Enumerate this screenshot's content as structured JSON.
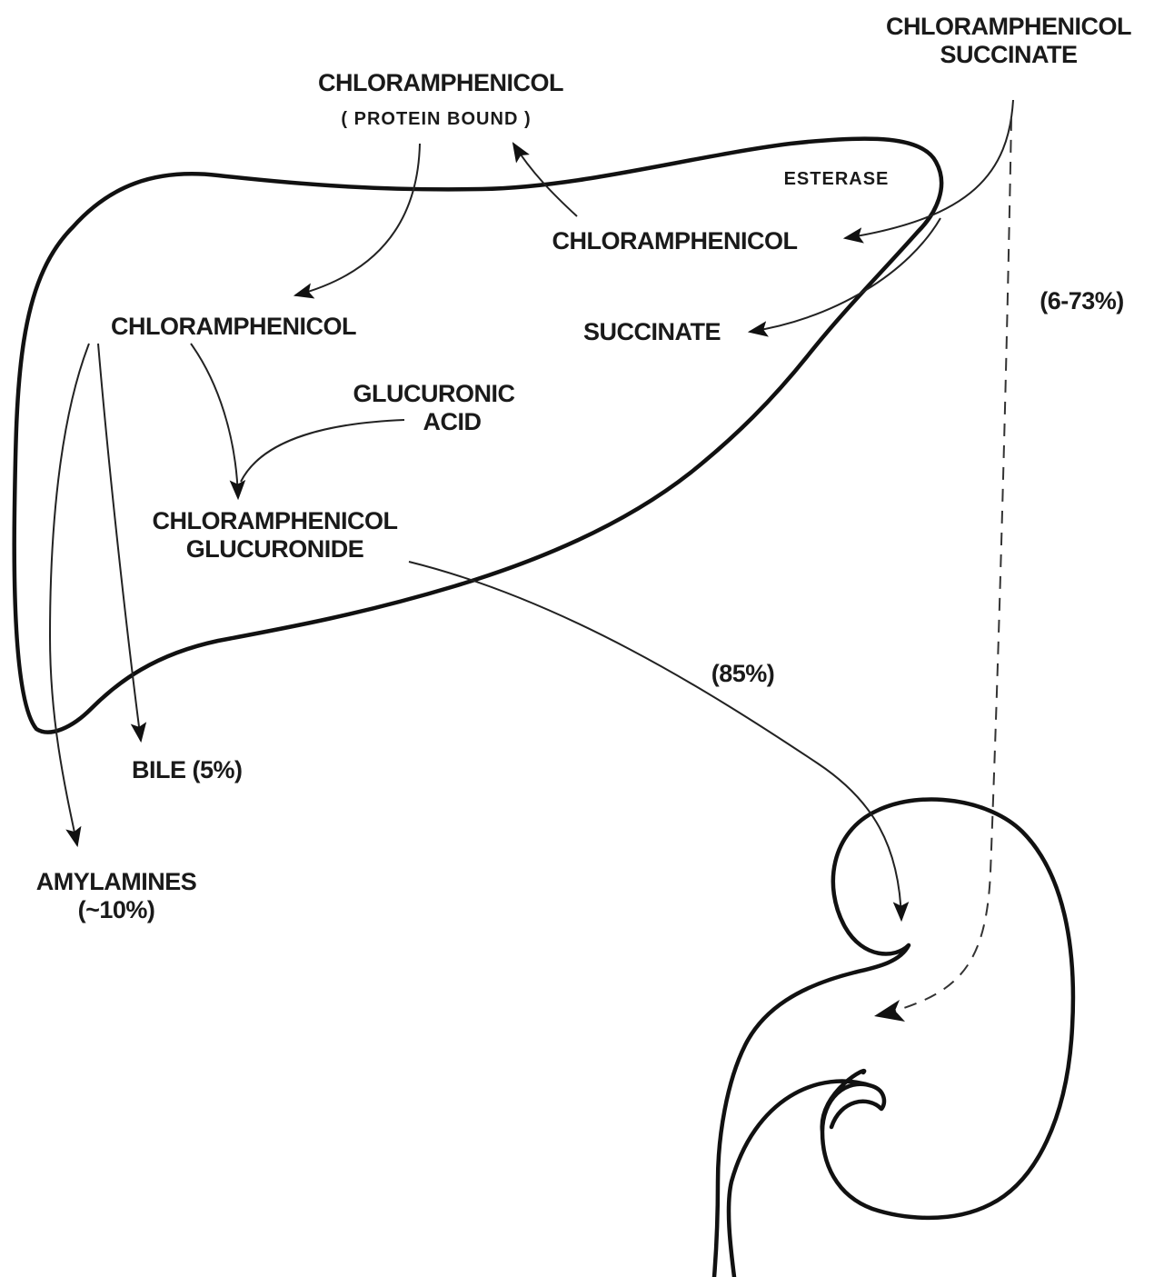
{
  "diagram": {
    "labels": {
      "succinate_prodrug": [
        "CHLORAMPHENICOL",
        "SUCCINATE"
      ],
      "protein_bound": "CHLORAMPHENICOL",
      "protein_bound_note": "( PROTEIN BOUND )",
      "esterase": "ESTERASE",
      "chloramphenicol_hydrolyzed": "CHLORAMPHENICOL",
      "chloramphenicol_free": "CHLORAMPHENICOL",
      "succinate": "SUCCINATE",
      "glucuronic_acid": [
        "GLUCURONIC",
        "ACID"
      ],
      "glucuronide": [
        "CHLORAMPHENICOL",
        "GLUCURONIDE"
      ],
      "renal_unchanged_pct": "(6-73%)",
      "glucuronide_renal_pct": "(85%)",
      "bile": "BILE (5%)",
      "amylamines": [
        "AMYLAMINES",
        "(~10%)"
      ]
    },
    "organs": [
      "liver",
      "kidney"
    ],
    "colors": {
      "ink": "#111111",
      "background": "#ffffff"
    }
  }
}
